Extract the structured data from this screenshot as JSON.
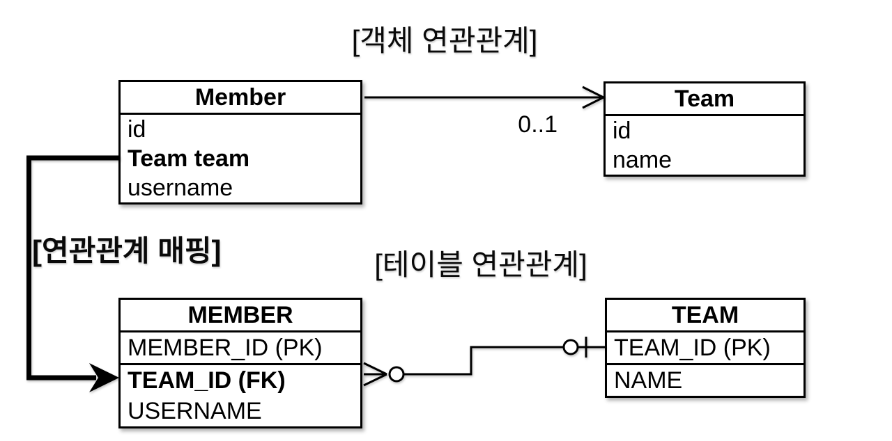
{
  "colors": {
    "ink": "#000000",
    "bg": "#ffffff"
  },
  "object_diagram": {
    "title": "[객체 연관관계]",
    "member": {
      "title": "Member",
      "fields": [
        "id",
        "Team team",
        "username"
      ]
    },
    "team": {
      "title": "Team",
      "fields": [
        "id",
        "name"
      ]
    },
    "multiplicity": "0..1"
  },
  "mapping_label": "[연관관계 매핑]",
  "table_diagram": {
    "title": "[테이블 연관관계]",
    "member": {
      "title": "MEMBER",
      "fields": [
        "MEMBER_ID (PK)",
        "TEAM_ID (FK)",
        "USERNAME"
      ]
    },
    "team": {
      "title": "TEAM",
      "fields": [
        "TEAM_ID (PK)",
        "NAME"
      ]
    }
  }
}
